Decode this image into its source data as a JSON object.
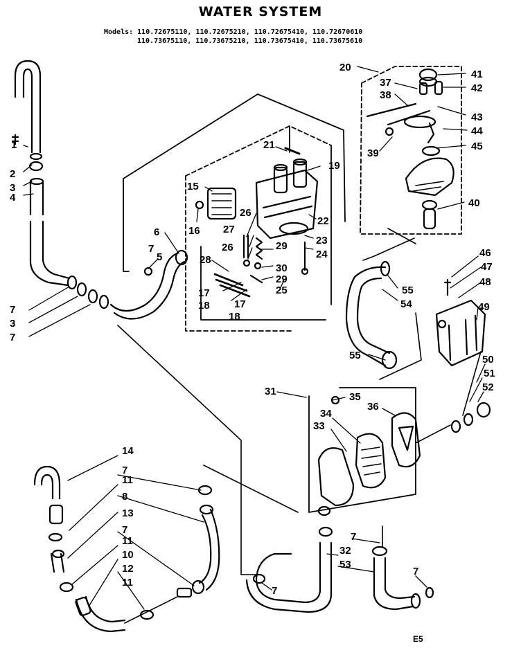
{
  "header": {
    "title": "WATER SYSTEM",
    "models_line1": "Models: 110.72675110, 110.72675210, 110.72675410, 110.72670610",
    "models_line2": "110.73675110, 110.73675210, 110.73675410, 110.73675610"
  },
  "footer": {
    "page_code": "E5"
  },
  "callouts": [
    "1",
    "2",
    "3",
    "4",
    "7",
    "3",
    "7",
    "6",
    "7",
    "5",
    "15",
    "16",
    "26",
    "27",
    "26",
    "28",
    "17",
    "18",
    "17",
    "18",
    "21",
    "19",
    "22",
    "23",
    "24",
    "29",
    "30",
    "29",
    "25",
    "20",
    "37",
    "38",
    "41",
    "42",
    "43",
    "44",
    "45",
    "39",
    "40",
    "55",
    "54",
    "55",
    "46",
    "47",
    "48",
    "49",
    "50",
    "51",
    "52",
    "31",
    "35",
    "34",
    "36",
    "33",
    "14",
    "7",
    "11",
    "8",
    "13",
    "7",
    "11",
    "10",
    "12",
    "11",
    "7",
    "32",
    "53",
    "7",
    "7"
  ]
}
